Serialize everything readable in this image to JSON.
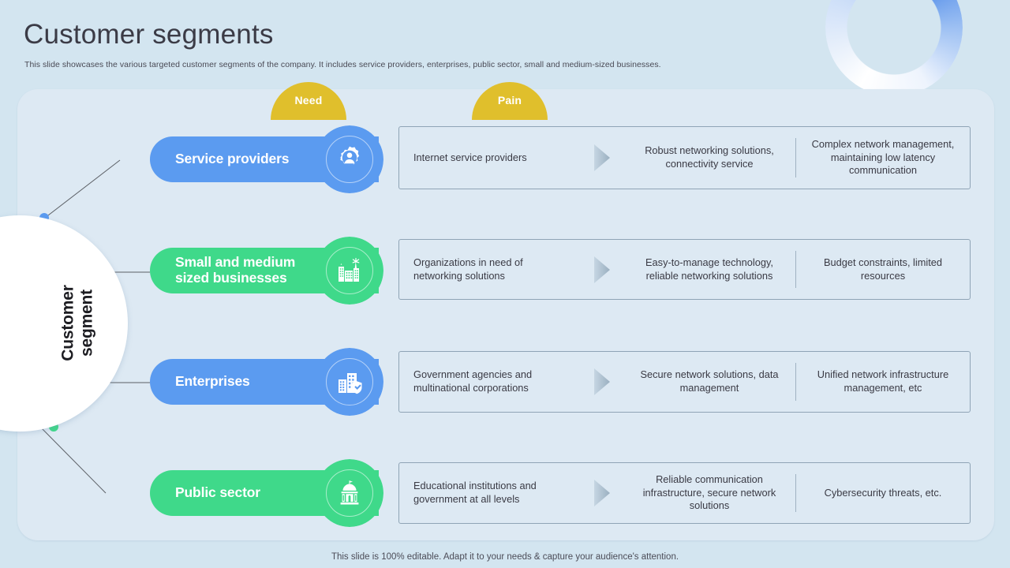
{
  "header": {
    "title": "Customer segments",
    "subtitle": "This slide showcases the various targeted customer segments of the company. It includes service providers, enterprises, public sector, small and medium-sized businesses."
  },
  "hub": {
    "label": "Customer\nsegment"
  },
  "column_badges": {
    "need": "Need",
    "pain": "Pain"
  },
  "colors": {
    "page_background": "#d3e5f0",
    "card_background": "#dde9f3",
    "blue": "#5b9bf0",
    "green": "#3fd98a",
    "gold": "#e0bf2c",
    "box_border": "#8fa4b6",
    "text": "#3a3a44"
  },
  "segments": [
    {
      "label": "Service providers",
      "color_name": "blue",
      "icon": "gear-user-icon",
      "who": "Internet service providers",
      "need": "Robust networking solutions, connectivity service",
      "pain": "Complex network management, maintaining low latency communication"
    },
    {
      "label": "Small and medium\nsized businesses",
      "color_name": "green",
      "icon": "city-buildings-icon",
      "who": "Organizations in need of networking solutions",
      "need": "Easy-to-manage technology, reliable networking solutions",
      "pain": "Budget constraints, limited resources"
    },
    {
      "label": "Enterprises",
      "color_name": "blue",
      "icon": "office-shield-icon",
      "who": "Government agencies and multinational corporations",
      "need": "Secure network solutions, data management",
      "pain": "Unified network infrastructure management, etc"
    },
    {
      "label": "Public sector",
      "color_name": "green",
      "icon": "government-building-icon",
      "who": "Educational institutions and government at all levels",
      "need": "Reliable communication infrastructure, secure network solutions",
      "pain": "Cybersecurity threats, etc."
    }
  ],
  "footer": {
    "note": "This slide is 100% editable. Adapt it to your needs & capture your audience's attention."
  }
}
